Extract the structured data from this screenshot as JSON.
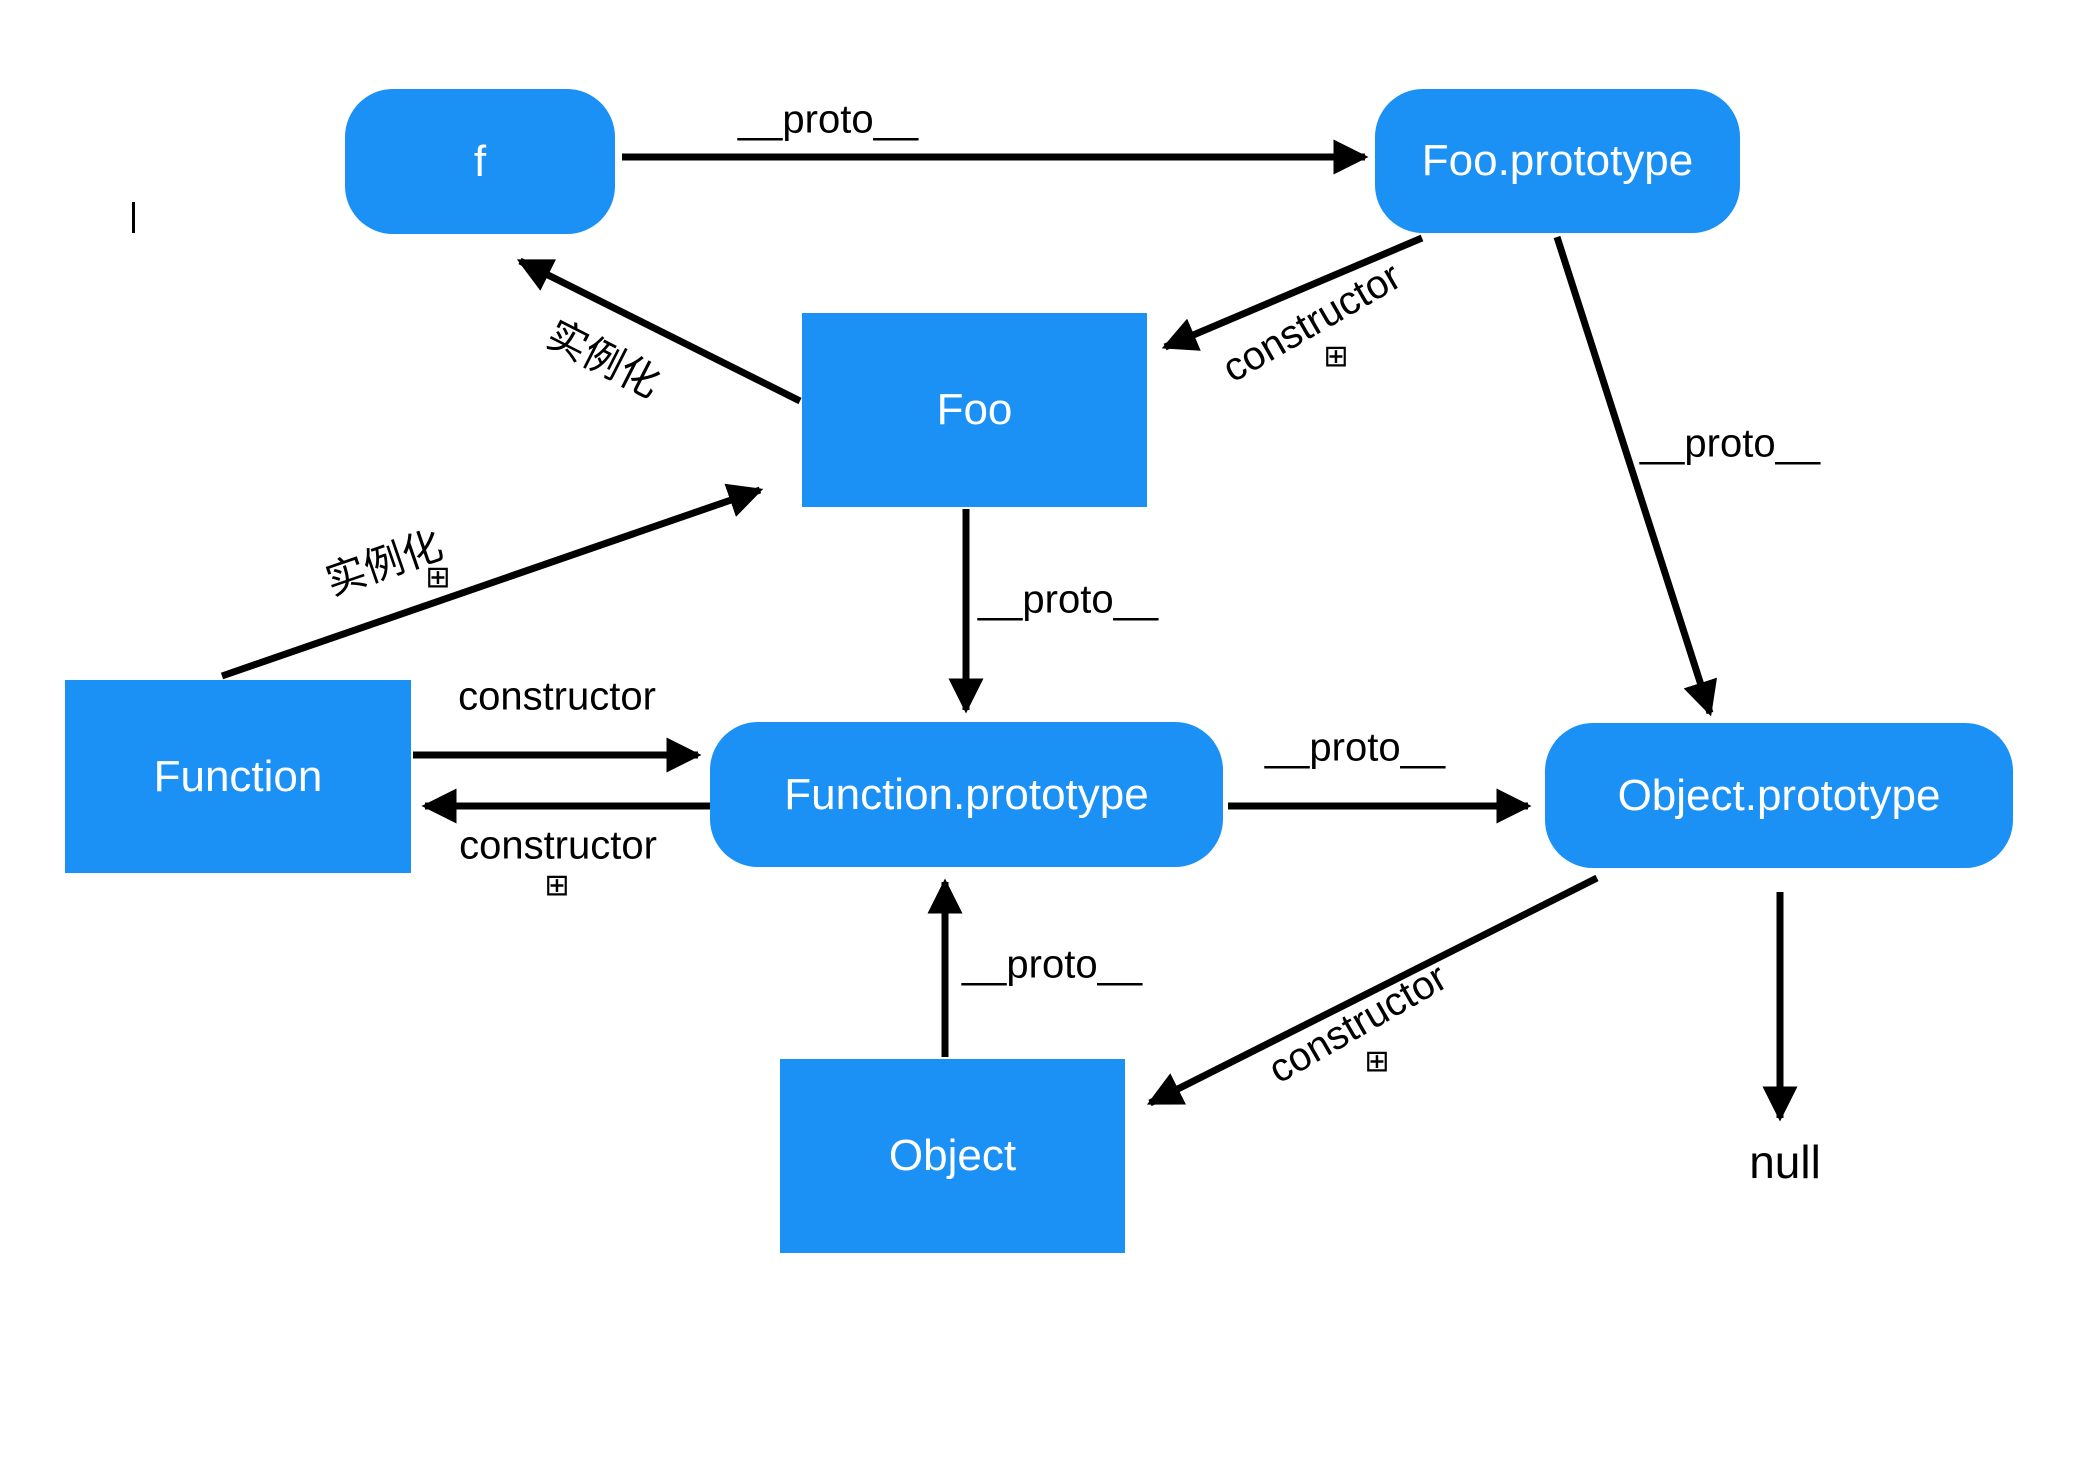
{
  "diagram": {
    "title": "JavaScript prototype chain diagram",
    "colors": {
      "background": "#ffffff",
      "node_fill": "#1b90f5",
      "node_text": "#ffffff",
      "edge": "#000000"
    },
    "nodes": {
      "f": "f",
      "foo_prototype": "Foo.prototype",
      "foo": "Foo",
      "function": "Function",
      "function_prototype": "Function.prototype",
      "object_prototype": "Object.prototype",
      "object": "Object"
    },
    "terminal": {
      "null_label": "null"
    },
    "edge_labels": {
      "proto": "__proto__",
      "constructor": "constructor",
      "instantiate": "实例化",
      "expand_icon": "⊞"
    }
  }
}
